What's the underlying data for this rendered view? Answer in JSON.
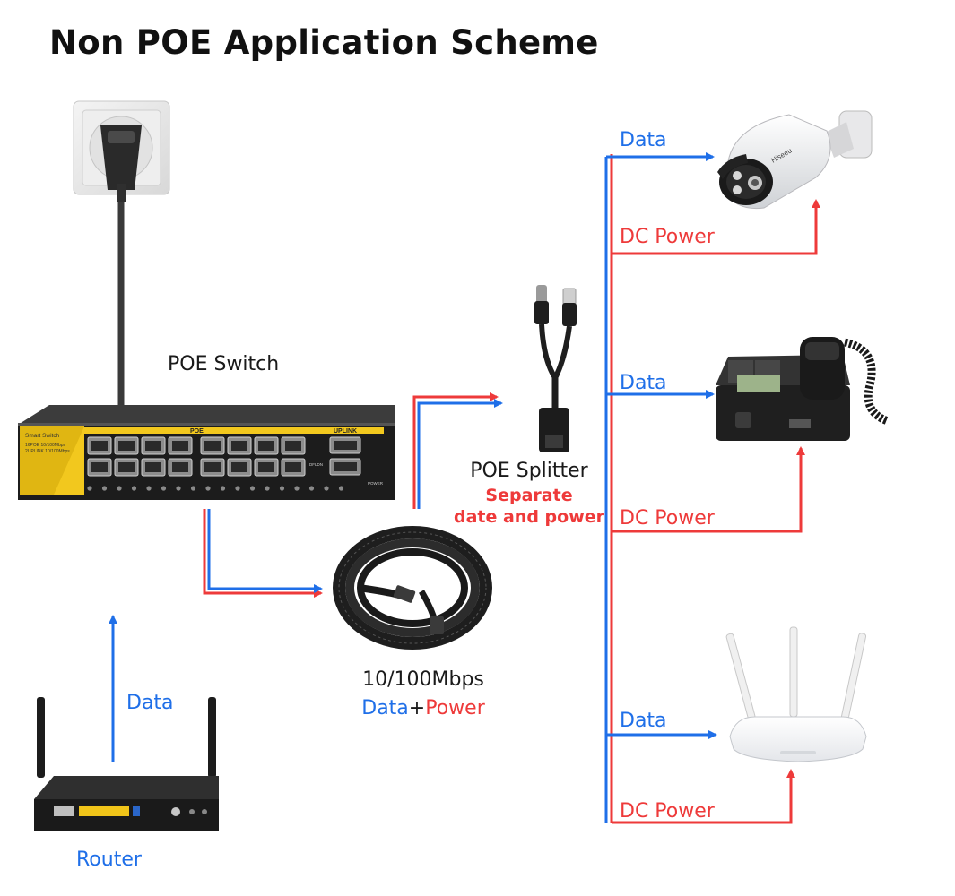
{
  "title": "Non POE Application Scheme",
  "colors": {
    "data": "#1f6fe8",
    "power": "#ee3a3a",
    "device_dark": "#1e1e1e",
    "switch_accent": "#f2c81e"
  },
  "devices": {
    "switch": {
      "label": "POE Switch",
      "brand_text": "Smart Switch",
      "spec_text": "16POE 10/100Mbps",
      "uplink_spec_text": "2UPLINK 10/100Mbps",
      "poe_port_label": "POE",
      "uplink_port_label": "UPLINK",
      "button_label": "DFLDN",
      "power_label": "POWER",
      "icon": "network-switch-icon"
    },
    "outlet": {
      "icon": "power-outlet-icon"
    },
    "cable": {
      "label_speed": "10/100Mbps",
      "label_data": "Data",
      "label_plus": "+",
      "label_power": "Power",
      "icon": "ethernet-cable-coil-icon"
    },
    "splitter": {
      "label": "POE Splitter",
      "note_line1": "Separate",
      "note_line2": "date and power",
      "icon": "poe-splitter-icon"
    },
    "router": {
      "label": "Router",
      "icon": "router-icon"
    },
    "camera": {
      "icon": "ip-camera-icon",
      "brand_text": "Hiseeu"
    },
    "phone": {
      "icon": "ip-phone-icon"
    },
    "access_point": {
      "icon": "wireless-ap-icon"
    }
  },
  "flow_labels": {
    "router_data": "Data",
    "camera_data": "Data",
    "camera_power": "DC Power",
    "phone_data": "Data",
    "phone_power": "DC Power",
    "ap_data": "Data",
    "ap_power": "DC Power"
  }
}
